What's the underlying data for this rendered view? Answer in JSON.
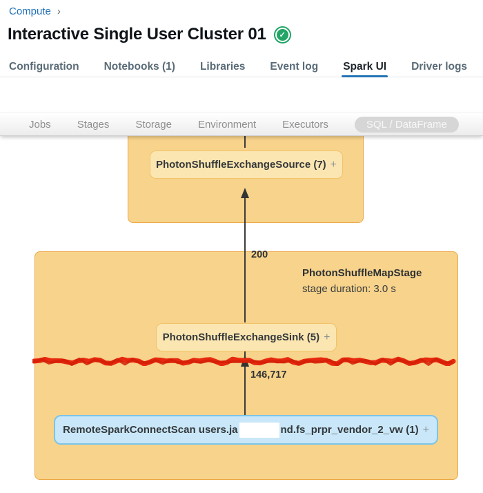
{
  "breadcrumb": {
    "label": "Compute",
    "chevron": "›"
  },
  "header": {
    "title": "Interactive Single User Cluster 01",
    "status_icon": "check-circle-running",
    "status_glyph": "✓",
    "status_color": "#23a566"
  },
  "tabs": {
    "items": [
      {
        "label": "Configuration",
        "active": false
      },
      {
        "label": "Notebooks (1)",
        "active": false
      },
      {
        "label": "Libraries",
        "active": false
      },
      {
        "label": "Event log",
        "active": false
      },
      {
        "label": "Spark UI",
        "active": true
      },
      {
        "label": "Driver logs",
        "active": false
      }
    ],
    "active_underline_color": "#2272b4"
  },
  "spark_nav": {
    "items": [
      {
        "label": "Jobs",
        "selected": false
      },
      {
        "label": "Stages",
        "selected": false
      },
      {
        "label": "Storage",
        "selected": false
      },
      {
        "label": "Environment",
        "selected": false
      },
      {
        "label": "Executors",
        "selected": false
      },
      {
        "label": "SQL / DataFrame",
        "selected": true
      }
    ]
  },
  "dag": {
    "upstream_stage": {
      "node": {
        "label": "PhotonShuffleExchangeSource (7)",
        "expand": "+"
      }
    },
    "map_stage": {
      "name": "PhotonShuffleMapStage",
      "duration": "stage duration: 3.0 s",
      "sink_node": {
        "label": "PhotonShuffleExchangeSink (5)",
        "expand": "+"
      },
      "scan_node": {
        "label_before": "RemoteSparkConnectScan users.ja",
        "label_after": "nd.fs_prpr_vendor_2_vw (1)",
        "expand": "+",
        "redacted": true
      }
    },
    "edges": [
      {
        "label": "200"
      },
      {
        "label": "146,717"
      }
    ],
    "colors": {
      "stage_fill": "#f7d38b",
      "stage_border": "#eba844",
      "node_fill": "#fbe6b1",
      "node_border": "#f2c369",
      "scan_fill": "#c9e7f8",
      "scan_border": "#7cc4e9",
      "scribble_red": "#e6290f",
      "edge": "#3c3c3c"
    }
  }
}
